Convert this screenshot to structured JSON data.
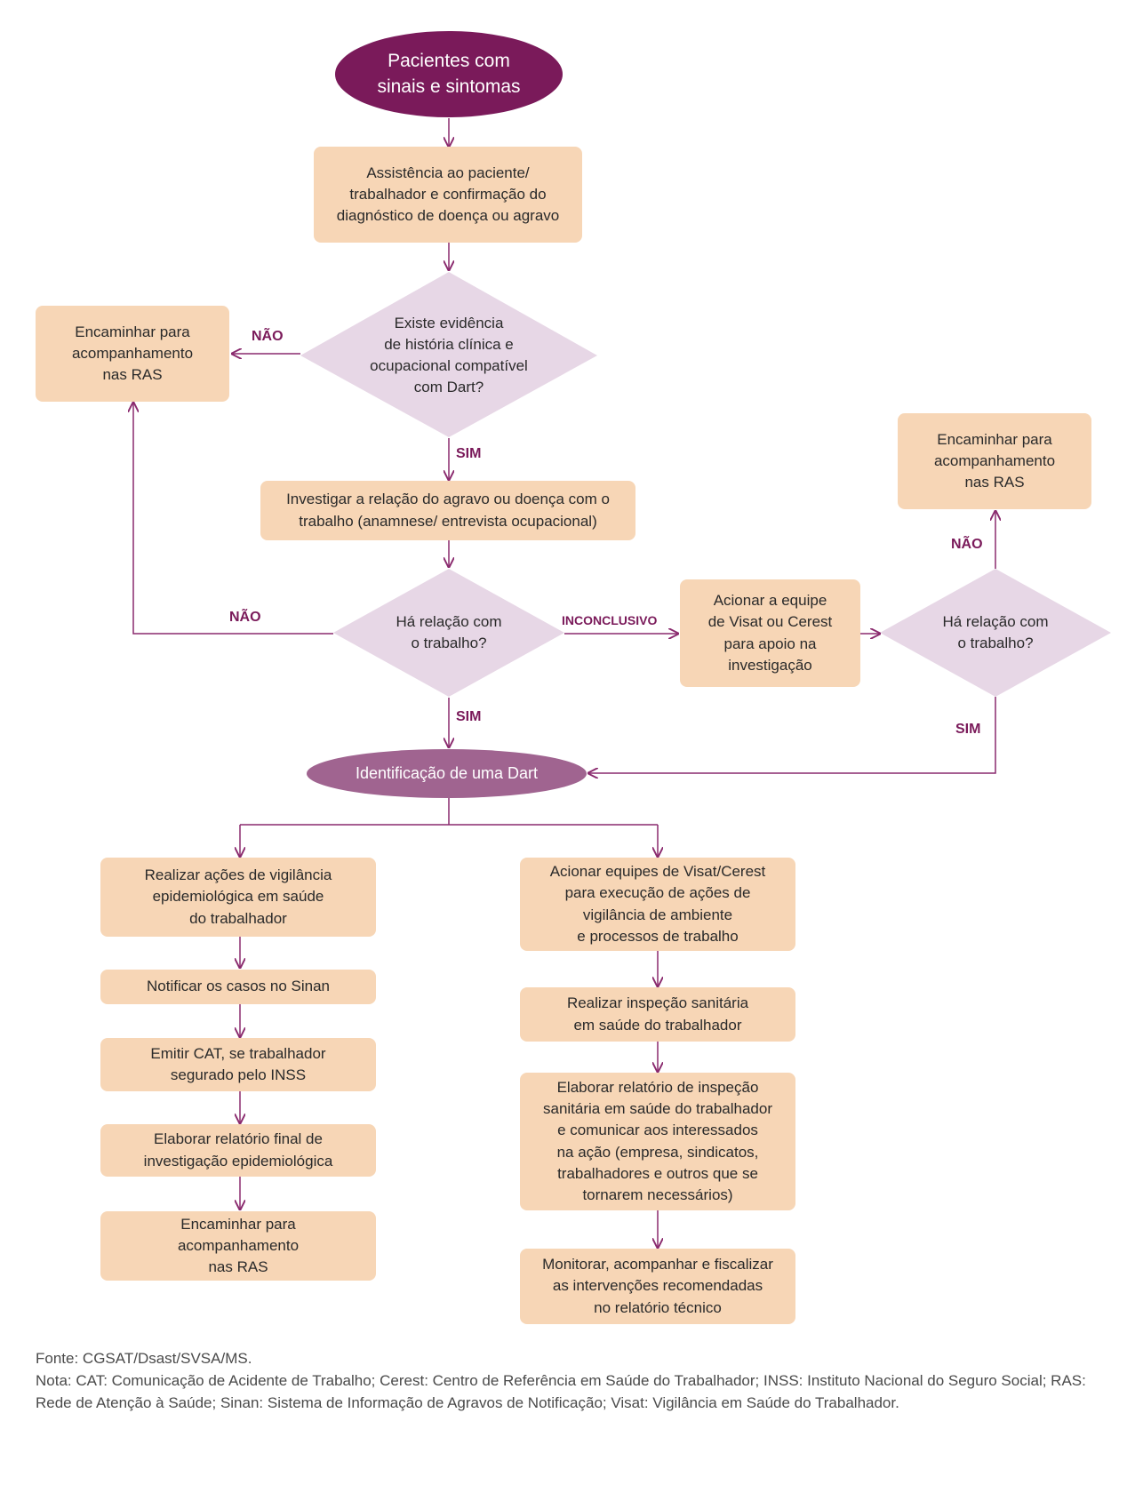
{
  "colors": {
    "accent": "#7a1a5a",
    "start_oval": "#7a1a5a",
    "identification_oval": "#a06490",
    "process_box": "#f7d6b6",
    "decision": "#e7d7e6",
    "connector": "#8a2a6e"
  },
  "nodes": {
    "start": "Pacientes com\nsinais e sintomas",
    "assistencia": "Assistência ao paciente/\ntrabalhador e confirmação do\ndiagnóstico de doença ou agravo",
    "decision_evidencia": "Existe evidência\nde história clínica e\nocupacional compatível\ncom Dart?",
    "ras_left": "Encaminhar para\nacompanhamento\nnas RAS",
    "investigar": "Investigar a relação do agravo ou doença com o\ntrabalho (anamnese/ entrevista ocupacional)",
    "decision_relacao": "Há relação com\no trabalho?",
    "acionar_visat": "Acionar a equipe\nde Visat ou Cerest\npara apoio na\ninvestigação",
    "decision_relacao_2": "Há relação com\no trabalho?",
    "ras_right": "Encaminhar para\nacompanhamento\nnas RAS",
    "identificacao": "Identificação de uma Dart",
    "left_1": "Realizar ações de vigilância\nepidemiológica em saúde\ndo trabalhador",
    "left_2": "Notificar os casos no Sinan",
    "left_3": "Emitir CAT, se trabalhador\nsegurado pelo INSS",
    "left_4": "Elaborar relatório final de\ninvestigação epidemiológica",
    "left_5": "Encaminhar para\nacompanhamento\nnas RAS",
    "right_1": "Acionar equipes de Visat/Cerest\npara execução de ações de\nvigilância de ambiente\ne processos de trabalho",
    "right_2": "Realizar inspeção sanitária\nem saúde do trabalhador",
    "right_3": "Elaborar relatório de inspeção\nsanitária em saúde do trabalhador\ne comunicar aos interessados\nna ação (empresa, sindicatos,\ntrabalhadores e outros que se\ntornarem necessários)",
    "right_4": "Monitorar, acompanhar e fiscalizar\nas intervenções recomendadas\nno relatório técnico"
  },
  "labels": {
    "nao_1": "NÃO",
    "sim_1": "SIM",
    "nao_2": "NÃO",
    "inconclusivo": "INCONCLUSIVO",
    "sim_2": "SIM",
    "nao_3": "NÃO",
    "sim_3": "SIM"
  },
  "footer": {
    "source": "Fonte: CGSAT/Dsast/SVSA/MS.",
    "note": "Nota: CAT: Comunicação de Acidente de Trabalho; Cerest: Centro de Referência em Saúde do Trabalhador; INSS: Instituto Nacional do Seguro Social; RAS: Rede de Atenção à Saúde; Sinan: Sistema de Informação de Agravos de Notificação; Visat: Vigilância em Saúde do Trabalhador."
  }
}
